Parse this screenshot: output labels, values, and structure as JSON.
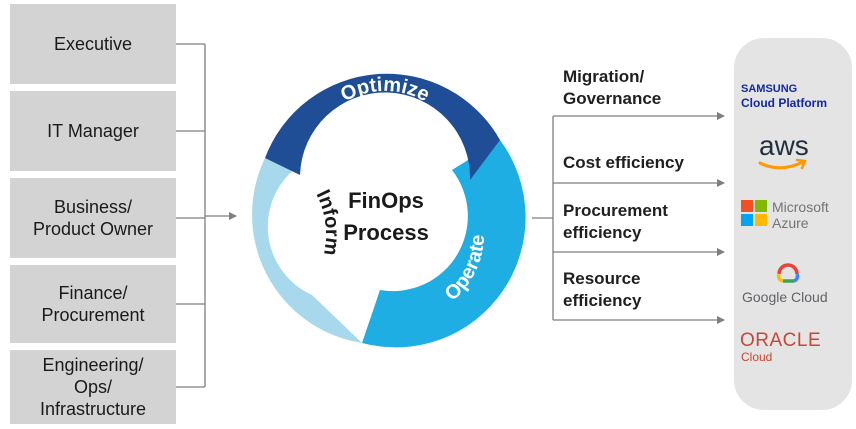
{
  "stakeholders": [
    {
      "lines": [
        "Executive"
      ]
    },
    {
      "lines": [
        "IT Manager"
      ]
    },
    {
      "lines": [
        "Business/",
        "Product Owner"
      ]
    },
    {
      "lines": [
        "Finance/",
        "Procurement"
      ]
    },
    {
      "lines": [
        "Engineering/",
        "Ops/",
        "Infrastructure"
      ]
    }
  ],
  "cycle": {
    "center_line1": "FinOps",
    "center_line2": "Process",
    "phases": {
      "optimize": "Optimize",
      "operate": "Operate",
      "inform": "Inform"
    }
  },
  "focus_areas": [
    {
      "lines": [
        "Migration/",
        "Governance"
      ]
    },
    {
      "lines": [
        "Cost efficiency"
      ]
    },
    {
      "lines": [
        "Procurement",
        "efficiency"
      ]
    },
    {
      "lines": [
        "Resource",
        "efficiency"
      ]
    }
  ],
  "providers": {
    "samsung_line1": "SAMSUNG",
    "samsung_line2": "Cloud Platform",
    "aws": "aws",
    "microsoft_line1": "Microsoft",
    "microsoft_line2": "Azure",
    "google": "Google Cloud",
    "oracle_line1": "ORACLE",
    "oracle_line2": "Cloud"
  },
  "colors": {
    "optimize": "#1f4e96",
    "operate": "#1eaee3",
    "inform": "#a8d8ec",
    "stakeholder_box": "#d3d3d3",
    "connector": "#7f7f7f",
    "samsung_blue": "#1428a0",
    "aws_orange": "#ff9900",
    "oracle_red": "#c74634"
  }
}
